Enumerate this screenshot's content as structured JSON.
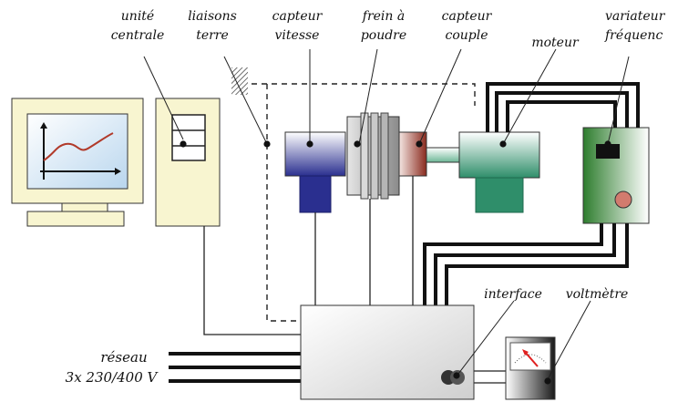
{
  "labels": {
    "unite_centrale": [
      "unité",
      "centrale"
    ],
    "liaisons_terre": [
      "liaisons",
      "terre"
    ],
    "capteur_vitesse": [
      "capteur",
      "vitesse"
    ],
    "frein_poudre": [
      "frein à",
      "poudre"
    ],
    "capteur_couple": [
      "capteur",
      "couple"
    ],
    "moteur": "moteur",
    "variateur": [
      "variateur",
      "fréquenc"
    ],
    "interface": "interface",
    "voltmetre": "voltmètre",
    "reseau": [
      "réseau",
      "3x 230/400 V"
    ]
  },
  "icons": {
    "monitor": "computer-monitor-icon",
    "ground": "ground-hatch-icon",
    "voltmeter": "voltmeter-dial-icon"
  },
  "colors": {
    "speed_sensor": "#2a2f8f",
    "torque_sensor": "#8a2a1e",
    "motor": "#2f8e6a",
    "drive": "#2e7d2e",
    "central_unit": "#f8f5d0",
    "voltmeter_needle": "#e02020"
  }
}
